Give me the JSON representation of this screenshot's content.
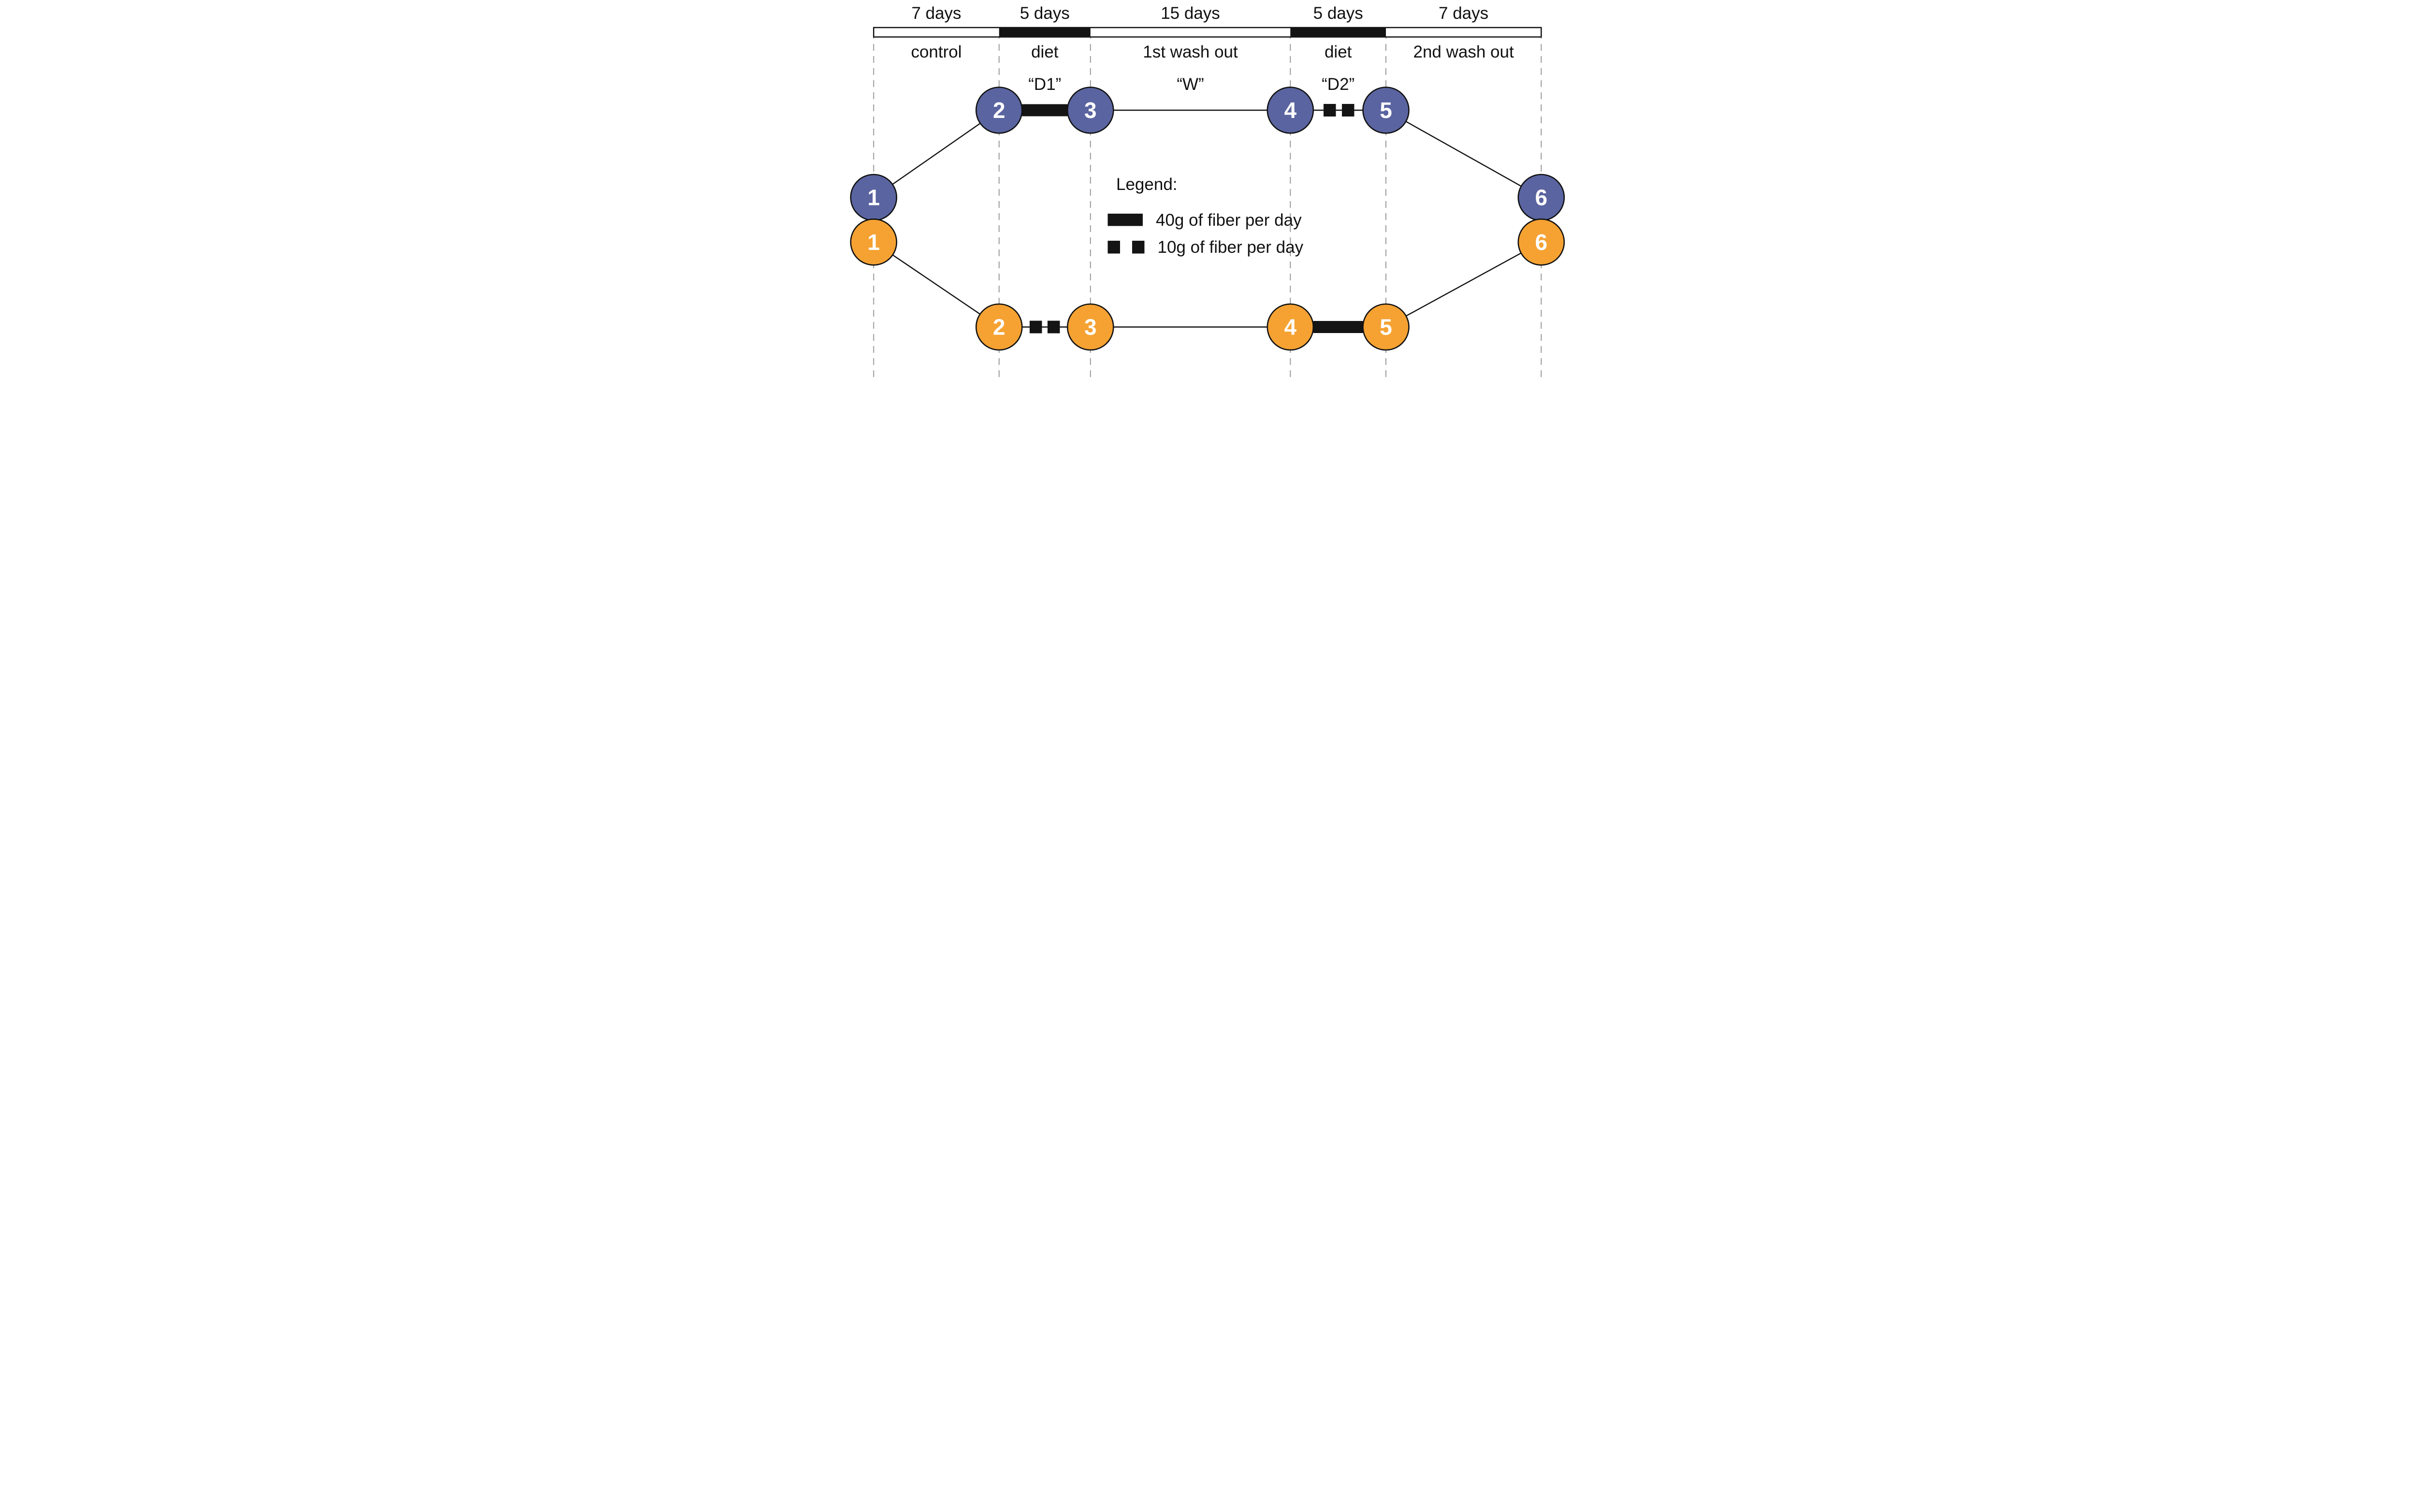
{
  "figure": {
    "colors": {
      "blue_arm": "#5A64A0",
      "orange_arm": "#F5A233",
      "bar_black": "#141414",
      "dashed_line": "#9a9a9a",
      "node_number_text": "#ffffff",
      "label_text": "#111111",
      "background": "#ffffff"
    },
    "timeline": {
      "segments": [
        {
          "duration": "7 days",
          "phase": "control",
          "code": "",
          "bar_fill": "white"
        },
        {
          "duration": "5 days",
          "phase": "diet",
          "code": "“D1”",
          "bar_fill": "black"
        },
        {
          "duration": "15 days",
          "phase": "1st wash out",
          "code": "“W”",
          "bar_fill": "white"
        },
        {
          "duration": "5 days",
          "phase": "diet",
          "code": "“D2”",
          "bar_fill": "black"
        },
        {
          "duration": "7 days",
          "phase": "2nd wash out",
          "code": "",
          "bar_fill": "white"
        }
      ]
    },
    "arms": {
      "blue": {
        "name": "blue arm (sequence D1 then D2)",
        "nodes": [
          "1",
          "2",
          "3",
          "4",
          "5",
          "6"
        ],
        "segment_2_3": "40g of fiber per day",
        "segment_4_5": "10g of fiber per day"
      },
      "orange": {
        "name": "orange arm (sequence D2 then D1)",
        "nodes": [
          "1",
          "2",
          "3",
          "4",
          "5",
          "6"
        ],
        "segment_2_3": "10g of fiber per day",
        "segment_4_5": "40g of fiber per day"
      }
    },
    "legend": {
      "title": "Legend:",
      "items": [
        {
          "symbol": "solid-bar",
          "label": "40g of fiber per day"
        },
        {
          "symbol": "two-squares",
          "label": "10g of fiber per day"
        }
      ]
    }
  }
}
